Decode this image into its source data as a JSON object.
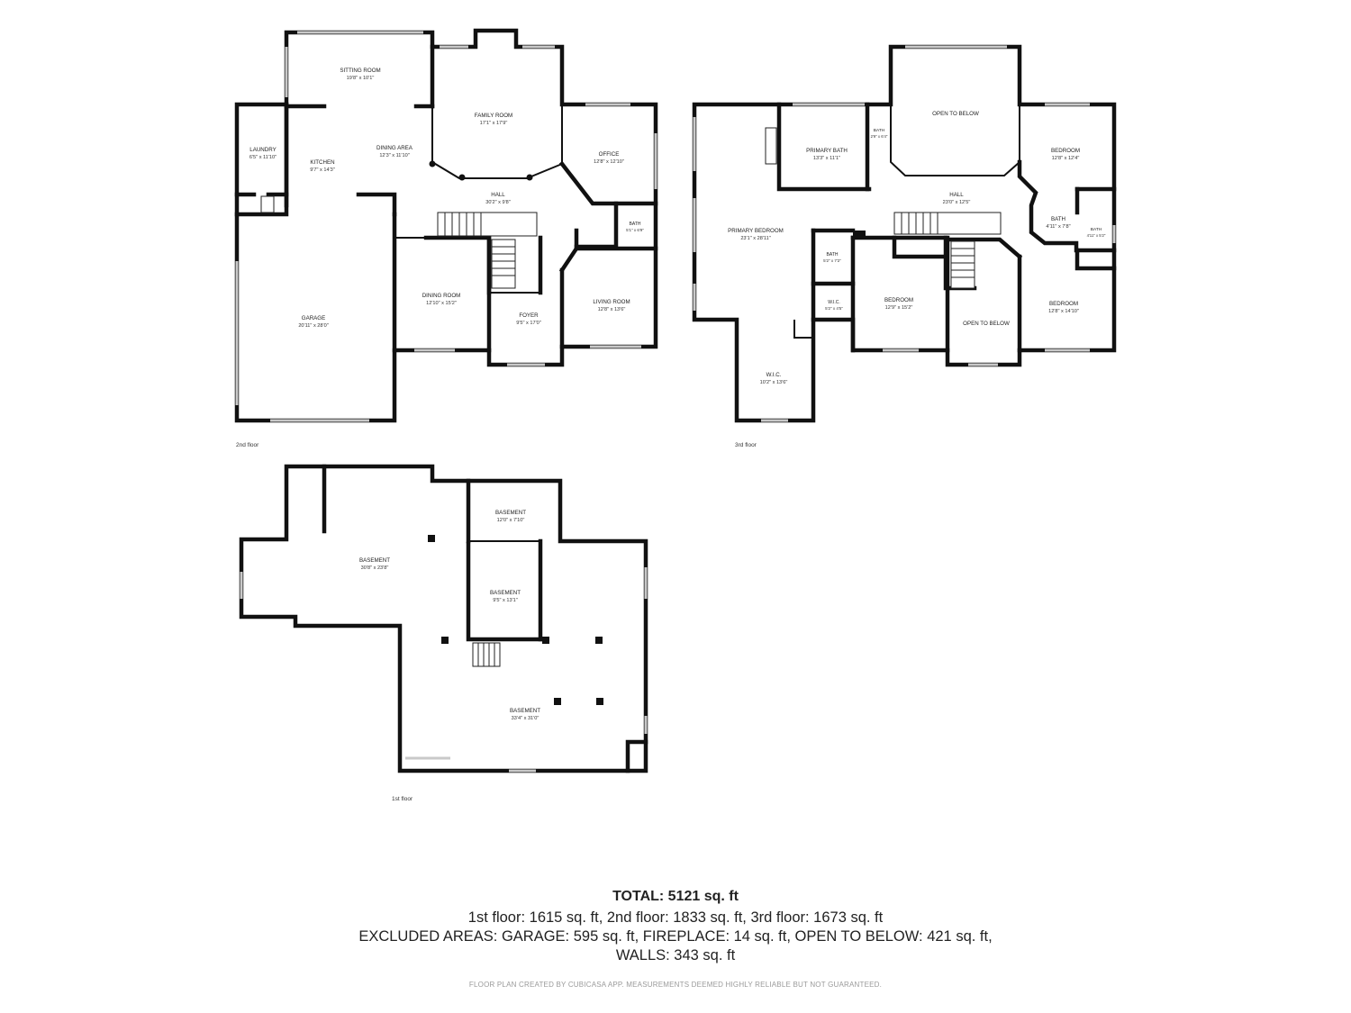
{
  "floors": {
    "second_floor": {
      "label": "2nd floor",
      "rooms": [
        {
          "name": "SITTING ROOM",
          "dim": "19'8\" x 10'1\""
        },
        {
          "name": "FAMILY ROOM",
          "dim": "17'1\" x 17'9\""
        },
        {
          "name": "LAUNDRY",
          "dim": "6'5\" x 11'10\""
        },
        {
          "name": "KITCHEN",
          "dim": "9'7\" x 14'3\""
        },
        {
          "name": "DINING AREA",
          "dim": "12'3\" x 11'10\""
        },
        {
          "name": "OFFICE",
          "dim": "12'8\" x 12'10\""
        },
        {
          "name": "HALL",
          "dim": "30'2\" x 9'8\""
        },
        {
          "name": "BATH",
          "dim": "5'1\" x 6'9\""
        },
        {
          "name": "GARAGE",
          "dim": "20'11\" x 28'0\""
        },
        {
          "name": "DINING ROOM",
          "dim": "12'10\" x 15'2\""
        },
        {
          "name": "LIVING ROOM",
          "dim": "12'8\" x 13'6\""
        },
        {
          "name": "FOYER",
          "dim": "9'5\" x 17'0\""
        }
      ]
    },
    "third_floor": {
      "label": "3rd floor",
      "rooms": [
        {
          "name": "OPEN TO BELOW",
          "dim": ""
        },
        {
          "name": "PRIMARY BATH",
          "dim": "13'3\" x 11'1\""
        },
        {
          "name": "BATH",
          "dim": "2'9\" x 6'4\""
        },
        {
          "name": "BEDROOM",
          "dim": "12'8\" x 12'4\""
        },
        {
          "name": "HALL",
          "dim": "23'0\" x 12'5\""
        },
        {
          "name": "BATH",
          "dim": "4'11\" x 7'8\""
        },
        {
          "name": "BATH",
          "dim": "4'11\" x 5'2\""
        },
        {
          "name": "PRIMARY BEDROOM",
          "dim": "23'1\" x 28'11\""
        },
        {
          "name": "BATH",
          "dim": "5'2\" x 7'2\""
        },
        {
          "name": "W.I.C.",
          "dim": "5'2\" x 4'5\""
        },
        {
          "name": "BEDROOM",
          "dim": "12'9\" x 15'2\""
        },
        {
          "name": "OPEN TO BELOW",
          "dim": ""
        },
        {
          "name": "BEDROOM",
          "dim": "12'8\" x 14'10\""
        },
        {
          "name": "W.I.C.",
          "dim": "10'2\" x 13'6\""
        }
      ]
    },
    "first_floor": {
      "label": "1st floor",
      "rooms": [
        {
          "name": "BASEMENT",
          "dim": "12'0\" x 7'10\""
        },
        {
          "name": "BASEMENT",
          "dim": "30'8\" x 23'8\""
        },
        {
          "name": "BASEMENT",
          "dim": "9'5\" x 13'1\""
        },
        {
          "name": "BASEMENT",
          "dim": "33'4\" x 31'0\""
        }
      ]
    }
  },
  "summary": {
    "total": "TOTAL: 5121 sq. ft",
    "line1": "1st floor: 1615 sq. ft, 2nd floor: 1833 sq. ft, 3rd floor: 1673 sq. ft",
    "line2": "EXCLUDED AREAS: GARAGE: 595 sq. ft, FIREPLACE: 14 sq. ft, OPEN TO BELOW: 421 sq. ft,",
    "line3": "WALLS: 343 sq. ft"
  },
  "footer": "FLOOR PLAN CREATED BY CUBICASA APP. MEASUREMENTS DEEMED HIGHLY RELIABLE BUT NOT GUARANTEED."
}
